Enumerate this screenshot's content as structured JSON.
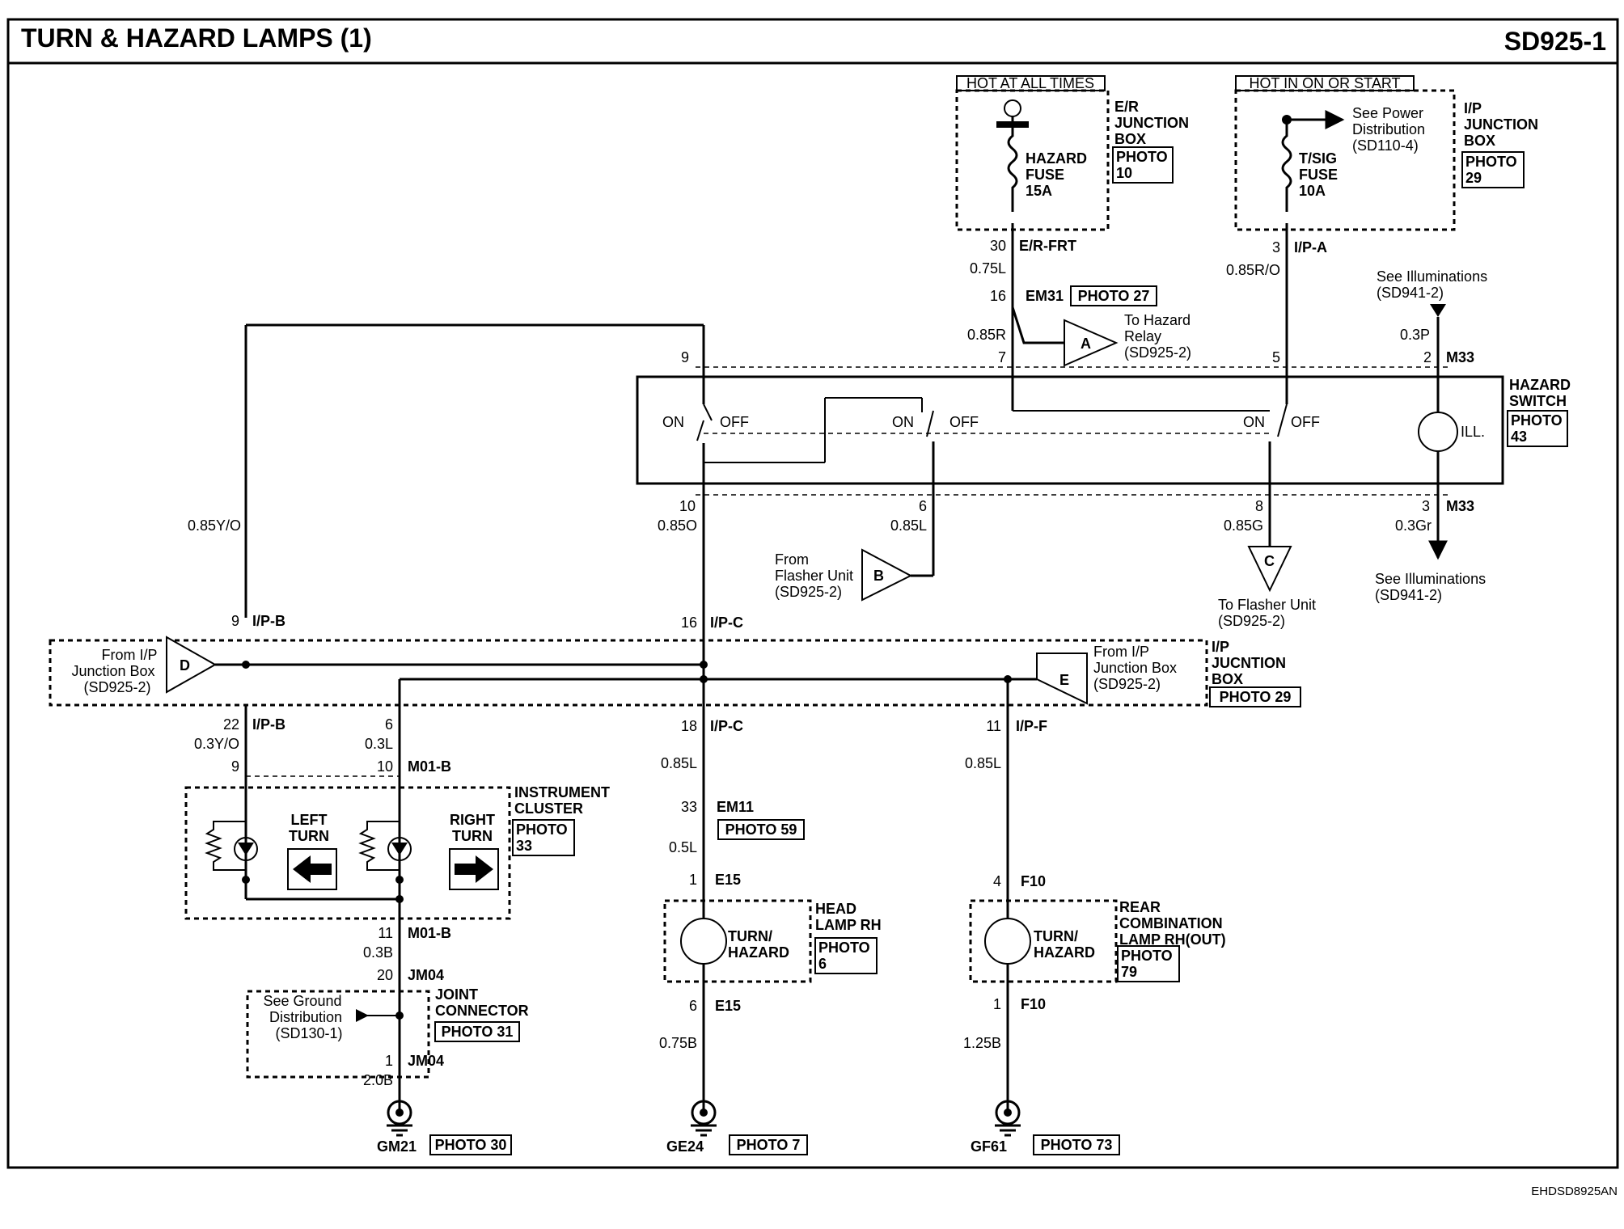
{
  "header": {
    "title": "TURN & HAZARD LAMPS (1)",
    "code": "SD925-1"
  },
  "footer": {
    "ref": "EHDSD8925AN"
  },
  "power": {
    "hot_all": "HOT AT ALL TIMES",
    "hot_on": "HOT IN ON OR START",
    "er_box": [
      "E/R",
      "JUNCTION",
      "BOX"
    ],
    "er_photo": [
      "PHOTO",
      "10"
    ],
    "hazard_fuse": [
      "HAZARD",
      "FUSE",
      "15A"
    ],
    "tsig_fuse": [
      "T/SIG",
      "FUSE",
      "10A"
    ],
    "see_power": [
      "See Power",
      "Distribution",
      "(SD110-4)"
    ],
    "ip_box": [
      "I/P",
      "JUNCTION",
      "BOX"
    ],
    "ip_photo": [
      "PHOTO",
      "29"
    ]
  },
  "wires": {
    "w30": "30",
    "erfrt": "E/R-FRT",
    "w075l": "0.75L",
    "w16": "16",
    "em31": "EM31",
    "photo27": "PHOTO 27",
    "w085r": "0.85R",
    "to_hazard": [
      "To Hazard",
      "Relay",
      "(SD925-2)"
    ],
    "w3": "3",
    "ipa": "I/P-A",
    "w085ro": "0.85R/O",
    "see_illum": [
      "See Illuminations",
      "(SD941-2)"
    ],
    "w03p": "0.3P",
    "p9": "9",
    "p7": "7",
    "p5": "5",
    "p2": "2",
    "m33": "M33",
    "p10": "10",
    "p6": "6",
    "p8": "8",
    "p3": "3",
    "w085o": "0.85O",
    "w085l": "0.85L",
    "w085g": "0.85G",
    "w03gr": "0.3Gr",
    "from_flasher": [
      "From",
      "Flasher Unit",
      "(SD925-2)"
    ],
    "to_flasher": [
      "To Flasher Unit",
      "(SD925-2)"
    ],
    "w085yo": "0.85Y/O",
    "ipb": "I/P-B",
    "ipc": "I/P-C",
    "ipf": "I/P-F",
    "w9": "9",
    "w16b": "16",
    "w22": "22",
    "w6": "6",
    "w18": "18",
    "w11": "11",
    "from_ip": [
      "From I/P",
      "Junction Box",
      "(SD925-2)"
    ],
    "ip_jb": [
      "I/P",
      "JUCNTION",
      "BOX"
    ],
    "photo29": "PHOTO 29",
    "w03yo": "0.3Y/O",
    "w03l": "0.3L",
    "w085l2": "0.85L",
    "w085l3": "0.85L",
    "c9": "9",
    "c10": "10",
    "m01b": "M01-B",
    "w33": "33",
    "em11": "EM11",
    "photo59": "PHOTO 59",
    "w05l": "0.5L",
    "w1": "1",
    "e15": "E15",
    "w4": "4",
    "f10": "F10",
    "c11": "11",
    "w03b": "0.3B",
    "w20": "20",
    "jm04": "JM04",
    "ground_dist": [
      "See Ground",
      "Distribution",
      "(SD130-1)"
    ],
    "joint": [
      "JOINT",
      "CONNECTOR"
    ],
    "photo31": "PHOTO 31",
    "w1b": "1",
    "w20b": "2.0B",
    "w6b": "6",
    "w075b": "0.75B",
    "w1c": "1",
    "w125b": "1.25B"
  },
  "switch": {
    "name": [
      "HAZARD",
      "SWITCH"
    ],
    "photo": [
      "PHOTO",
      "43"
    ],
    "on": "ON",
    "off": "OFF",
    "ill": "ILL."
  },
  "cluster": {
    "name": [
      "INSTRUMENT",
      "CLUSTER"
    ],
    "photo": [
      "PHOTO",
      "33"
    ],
    "left": [
      "LEFT",
      "TURN"
    ],
    "right": [
      "RIGHT",
      "TURN"
    ]
  },
  "head": {
    "name": [
      "HEAD",
      "LAMP RH"
    ],
    "photo": [
      "PHOTO",
      "6"
    ],
    "lamp": [
      "TURN/",
      "HAZARD"
    ]
  },
  "rear": {
    "name": [
      "REAR",
      "COMBINATION",
      "LAMP RH(OUT)"
    ],
    "photo": [
      "PHOTO",
      "79"
    ],
    "lamp": [
      "TURN/",
      "HAZARD"
    ]
  },
  "grounds": {
    "gm21": "GM21",
    "photo30": "PHOTO 30",
    "ge24": "GE24",
    "photo7": "PHOTO 7",
    "gf61": "GF61",
    "photo73": "PHOTO 73"
  },
  "connectors": {
    "a": "A",
    "b": "B",
    "c": "C",
    "d": "D",
    "e": "E"
  }
}
